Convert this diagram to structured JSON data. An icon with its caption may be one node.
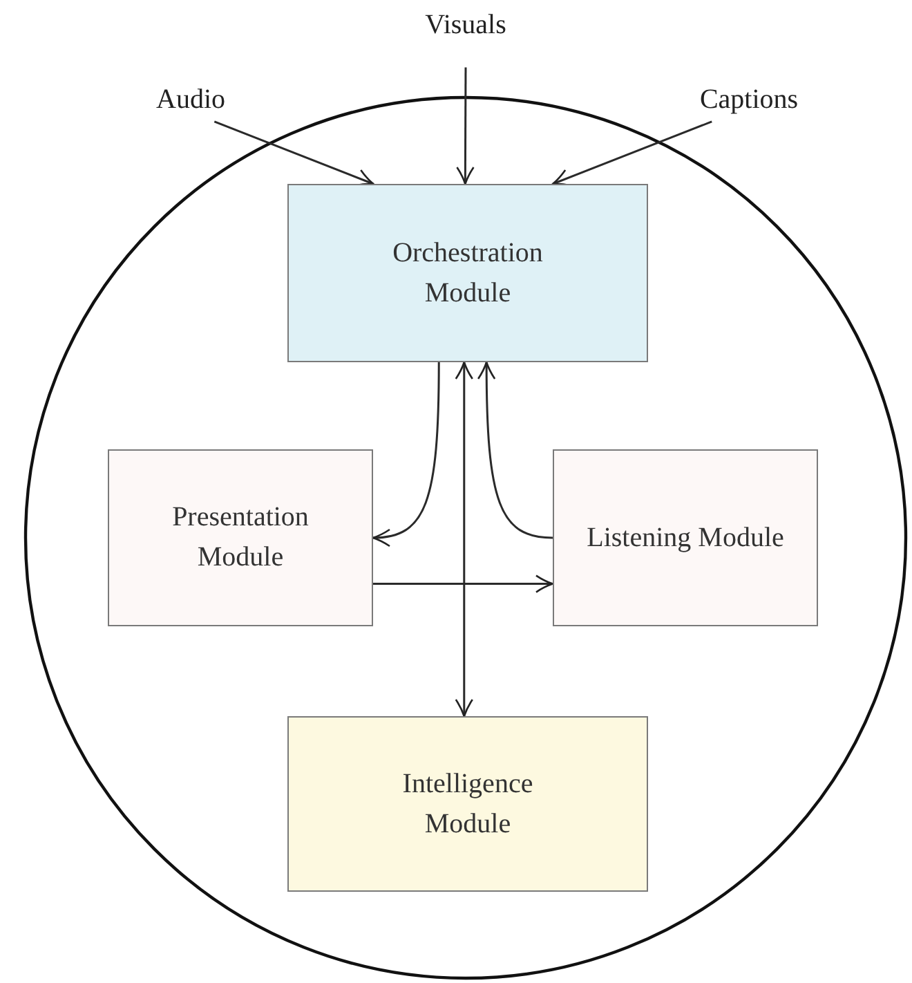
{
  "diagram": {
    "nodes": [
      {
        "text": [],
        "shape": "circle"
      },
      {
        "text": [
          "Visuals"
        ]
      },
      {
        "text": [
          "Audio"
        ]
      },
      {
        "text": [
          "Captions"
        ]
      },
      {
        "text": [
          "Orchestration Module"
        ],
        "in": 0
      },
      {
        "text": [
          "Presentation Module"
        ],
        "in": 0
      },
      {
        "text": [
          "Listening Module"
        ],
        "in": 0
      },
      {
        "text": [
          "Intelligence Module"
        ],
        "in": 0
      }
    ],
    "edges": [
      {
        "from": 2,
        "to": 4,
        "arrow": "to"
      },
      {
        "from": 1,
        "to": 4,
        "arrow": "to"
      },
      {
        "from": 3,
        "to": 4,
        "arrow": "to"
      },
      {
        "from": 4,
        "to": 5,
        "arrow": "to"
      },
      {
        "from": 6,
        "to": 4,
        "arrow": "to"
      },
      {
        "from": 4,
        "to": 7,
        "arrow": "both"
      },
      {
        "from": 5,
        "to": 6,
        "arrow": "to"
      }
    ]
  }
}
